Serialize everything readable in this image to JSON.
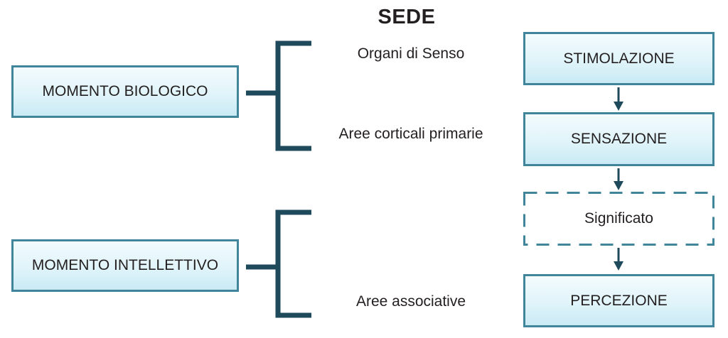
{
  "title": "SEDE",
  "left_boxes": {
    "biologico": "MOMENTO BIOLOGICO",
    "intellettivo": "MOMENTO INTELLETTIVO"
  },
  "sedi": {
    "organi": "Organi di Senso",
    "aree_primarie": "Aree corticali primarie",
    "aree_associative": "Aree associative"
  },
  "flow": {
    "stimolazione": "STIMOLAZIONE",
    "sensazione": "SENSAZIONE",
    "significato": "Significato",
    "percezione": "PERCEZIONE"
  },
  "colors": {
    "border": "#40859a",
    "connector": "#1f4a5c",
    "box_fill_top": "#f3fbfd",
    "box_fill_bottom": "#c9eaf4"
  }
}
